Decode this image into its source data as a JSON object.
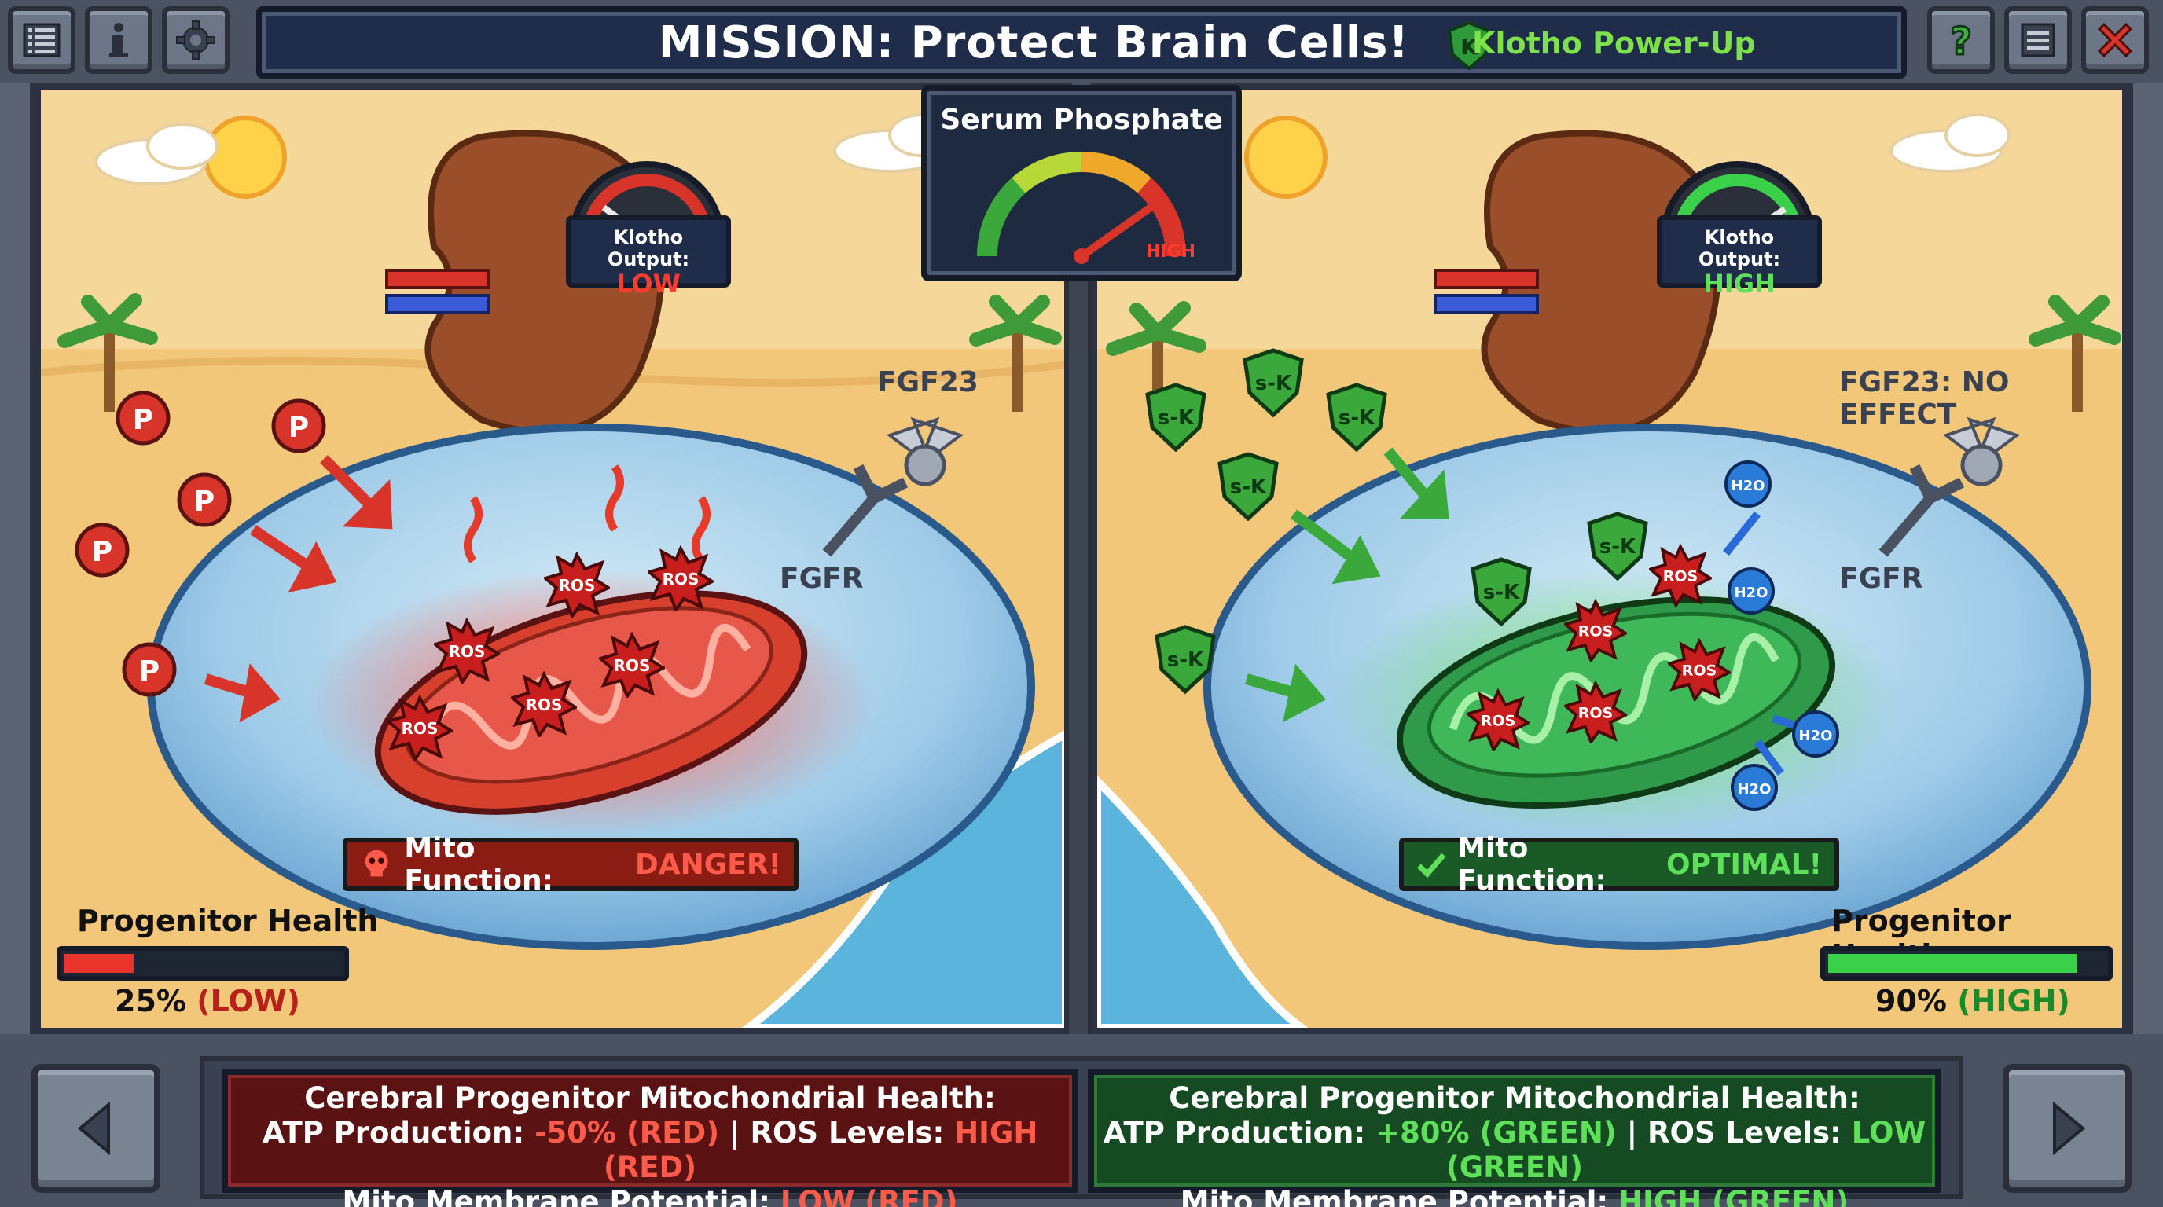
{
  "header": {
    "title": "MISSION: Protect Brain Cells!",
    "powerup_label": "Klotho Power-Up",
    "powerup_letter": "K",
    "left_buttons": [
      "list-icon",
      "info-icon",
      "gear-icon"
    ],
    "right_buttons": [
      "help-icon",
      "menu-icon",
      "close-icon"
    ]
  },
  "serum": {
    "title": "Serum Phosphate",
    "level": "HIGH"
  },
  "left_panel": {
    "klotho_label": "Klotho Output:",
    "klotho_value": "LOW",
    "fgf23_label": "FGF23",
    "fgfr_label": "FGFR",
    "phosphate_letter": "P",
    "ros_label": "ROS",
    "mito_prefix": "Mito Function:",
    "mito_status": "DANGER!",
    "health_label": "Progenitor Health",
    "health_percent": "25%",
    "health_status": "(LOW)",
    "health_value": 0.25
  },
  "right_panel": {
    "klotho_label": "Klotho Output:",
    "klotho_value": "HIGH",
    "fgf23_label": "FGF23: NO EFFECT",
    "fgfr_label": "FGFR",
    "sk_label": "s-K",
    "ros_label": "ROS",
    "water_label": "H2O",
    "mito_prefix": "Mito Function:",
    "mito_status": "OPTIMAL!",
    "health_label": "Progenitor Health",
    "health_percent": "90%",
    "health_status": "(HIGH)",
    "health_value": 0.9
  },
  "info_left": {
    "line1": "Cerebral Progenitor Mitochondrial Health:",
    "atp_label": "ATP Production:",
    "atp_value": "-50% (RED)",
    "sep": "|",
    "ros_label": "ROS Levels:",
    "ros_value": "HIGH (RED)",
    "mmp_label": "Mito Membrane Potential:",
    "mmp_value": "LOW (RED)"
  },
  "info_right": {
    "line1": "Cerebral Progenitor Mitochondrial Health:",
    "atp_label": "ATP Production:",
    "atp_value": "+80% (GREEN)",
    "sep": "|",
    "ros_label": "ROS Levels:",
    "ros_value": "LOW (GREEN)",
    "mmp_label": "Mito Membrane Potential:",
    "mmp_value": "HIGH (GREEN)"
  },
  "nav": {
    "prev_icon": "chevron-left-icon",
    "next_icon": "chevron-right-icon"
  },
  "colors": {
    "danger": "#ff3b30",
    "optimal": "#5fe05a",
    "sand": "#f3c77a",
    "sky": "#f6d79a"
  }
}
